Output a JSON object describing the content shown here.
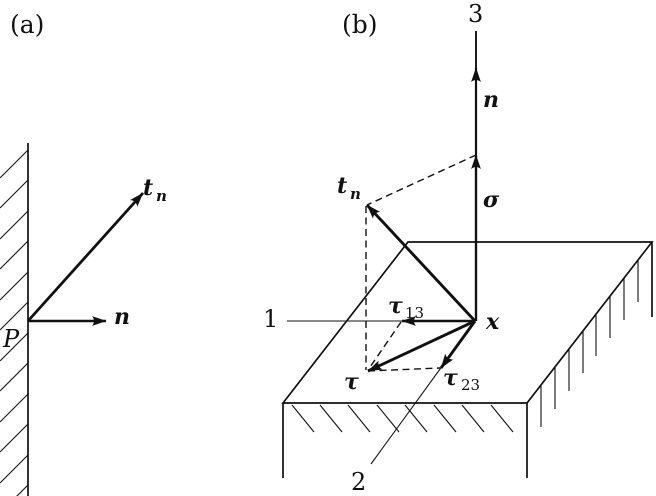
{
  "figure": {
    "panels": {
      "a": {
        "tag": "(a)",
        "point_label": "P",
        "traction_vector": {
          "base": "t",
          "sub": "n"
        },
        "normal_vector": "n"
      },
      "b": {
        "tag": "(b)",
        "axes": {
          "one": "1",
          "two": "2",
          "three": "3"
        },
        "point_label": "x",
        "normal_vector": "n",
        "normal_stress": "σ",
        "traction_vector": {
          "base": "t",
          "sub": "n"
        },
        "shear_stress": "τ",
        "shear_13": {
          "base": "τ",
          "sub": "13"
        },
        "shear_23": {
          "base": "τ",
          "sub": "23"
        }
      }
    },
    "colors": {
      "ink": "#111111",
      "background": "#ffffff"
    }
  }
}
